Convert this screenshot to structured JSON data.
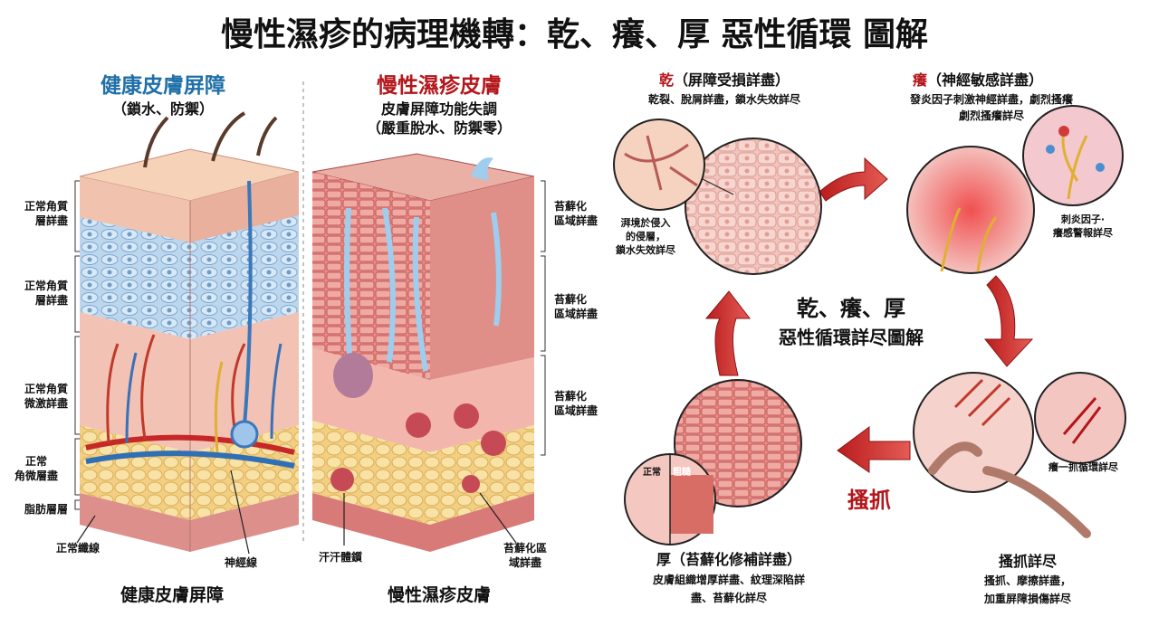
{
  "title": "慢性濕疹的病理機轉：乾、癢、厚 惡性循環 圖解",
  "healthy": {
    "heading": "健康皮膚屏障",
    "subtitle": "（鎖水、防禦）",
    "layer_labels": [
      [
        "正常角質",
        "層詳盡"
      ],
      [
        "正常角質",
        "層詳盡"
      ],
      [
        "正常角質",
        "微激詳盡"
      ],
      [
        "正常",
        "角微層盡"
      ],
      [
        "脂肪層層"
      ]
    ],
    "callouts": [
      "正常纖線",
      "神經線"
    ],
    "caption": "健康皮膚屏障"
  },
  "eczema": {
    "heading": "慢性濕疹皮膚",
    "subtitle_1": "皮膚屏障功能失調",
    "subtitle_2": "（嚴重脫水、防禦零）",
    "layer_labels": [
      [
        "苔蘚化",
        "區域詳盡"
      ],
      [
        "苔蘚化",
        "區域詳盡"
      ],
      [
        "苔蘚化",
        "區域詳盡"
      ]
    ],
    "callouts": {
      "sweat": "汗汗體鑕",
      "lichen": [
        "苔蘚化區",
        "域詳盡"
      ]
    },
    "caption": "慢性濕疹皮膚"
  },
  "cycle": {
    "center_1": "乾、癢、厚",
    "center_2": "惡性循環詳尽圖解",
    "dry": {
      "key": "乾",
      "title": "（屏障受損詳盡）",
      "desc": "乾裂、脫屑詳盡，鎖水失效詳尽",
      "note": [
        "湃境於侵入",
        "的侵層，",
        "鎖水失效詳尽"
      ]
    },
    "itch": {
      "key": "癢",
      "title": "（神經敏感詳盡）",
      "desc_1": "發炎因子刺激神經詳盡，劇烈搔癢",
      "desc_2": "劇烈搔癢詳尽",
      "note": [
        "刺炎因子·",
        "癢感警報詳尽"
      ]
    },
    "scratch": {
      "label": "搔抓",
      "title": "搔抓詳尽",
      "desc_1": "搔抓、摩擦詳盡，",
      "desc_2": "加重屏障損傷詳尽",
      "note": "癢一抓循環詳尽"
    },
    "thick": {
      "key": "厚",
      "title": "（苔蘚化修補詳盡）",
      "desc_1": "皮膚組織增厚詳盡、紋理深陷詳",
      "desc_2": "盡、苔蘚化詳尽",
      "inset_left": "正常",
      "inset_right": "粗糙"
    }
  },
  "colors": {
    "blue": "#1f6fa8",
    "red": "#b3161b",
    "arrow": "#d23a36"
  }
}
